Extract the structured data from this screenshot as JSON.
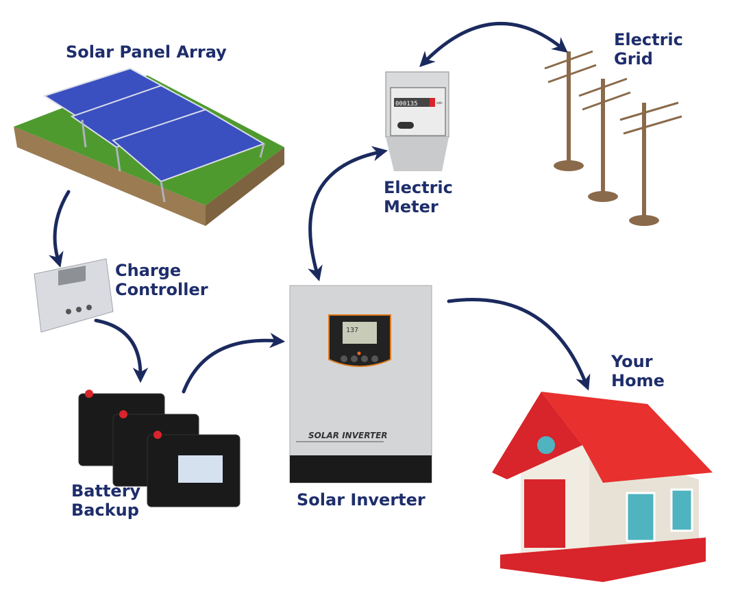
{
  "title": "Solar power system diagram",
  "labels": {
    "solar_panel_array": "Solar Panel Array",
    "charge_controller": [
      "Charge",
      "Controller"
    ],
    "battery_backup": [
      "Battery",
      "Backup"
    ],
    "solar_inverter": "Solar Inverter",
    "electric_meter": [
      "Electric",
      "Meter"
    ],
    "electric_grid": [
      "Electric",
      "Grid"
    ],
    "your_home": [
      "Your",
      "Home"
    ]
  },
  "device_text": {
    "inverter_brand": "SOLAR INVERTER",
    "meter_reading": "000135",
    "meter_unit": "kWh",
    "inverter_lcd": "137"
  },
  "colors": {
    "label": "#1e2d6b",
    "arrow": "#1b2a5e",
    "roof": "#d8242b",
    "panel": "#3a4fc0",
    "grass": "#4f9a2e",
    "pole": "#8a6a4a",
    "inverter_accent": "#e07a1f"
  }
}
